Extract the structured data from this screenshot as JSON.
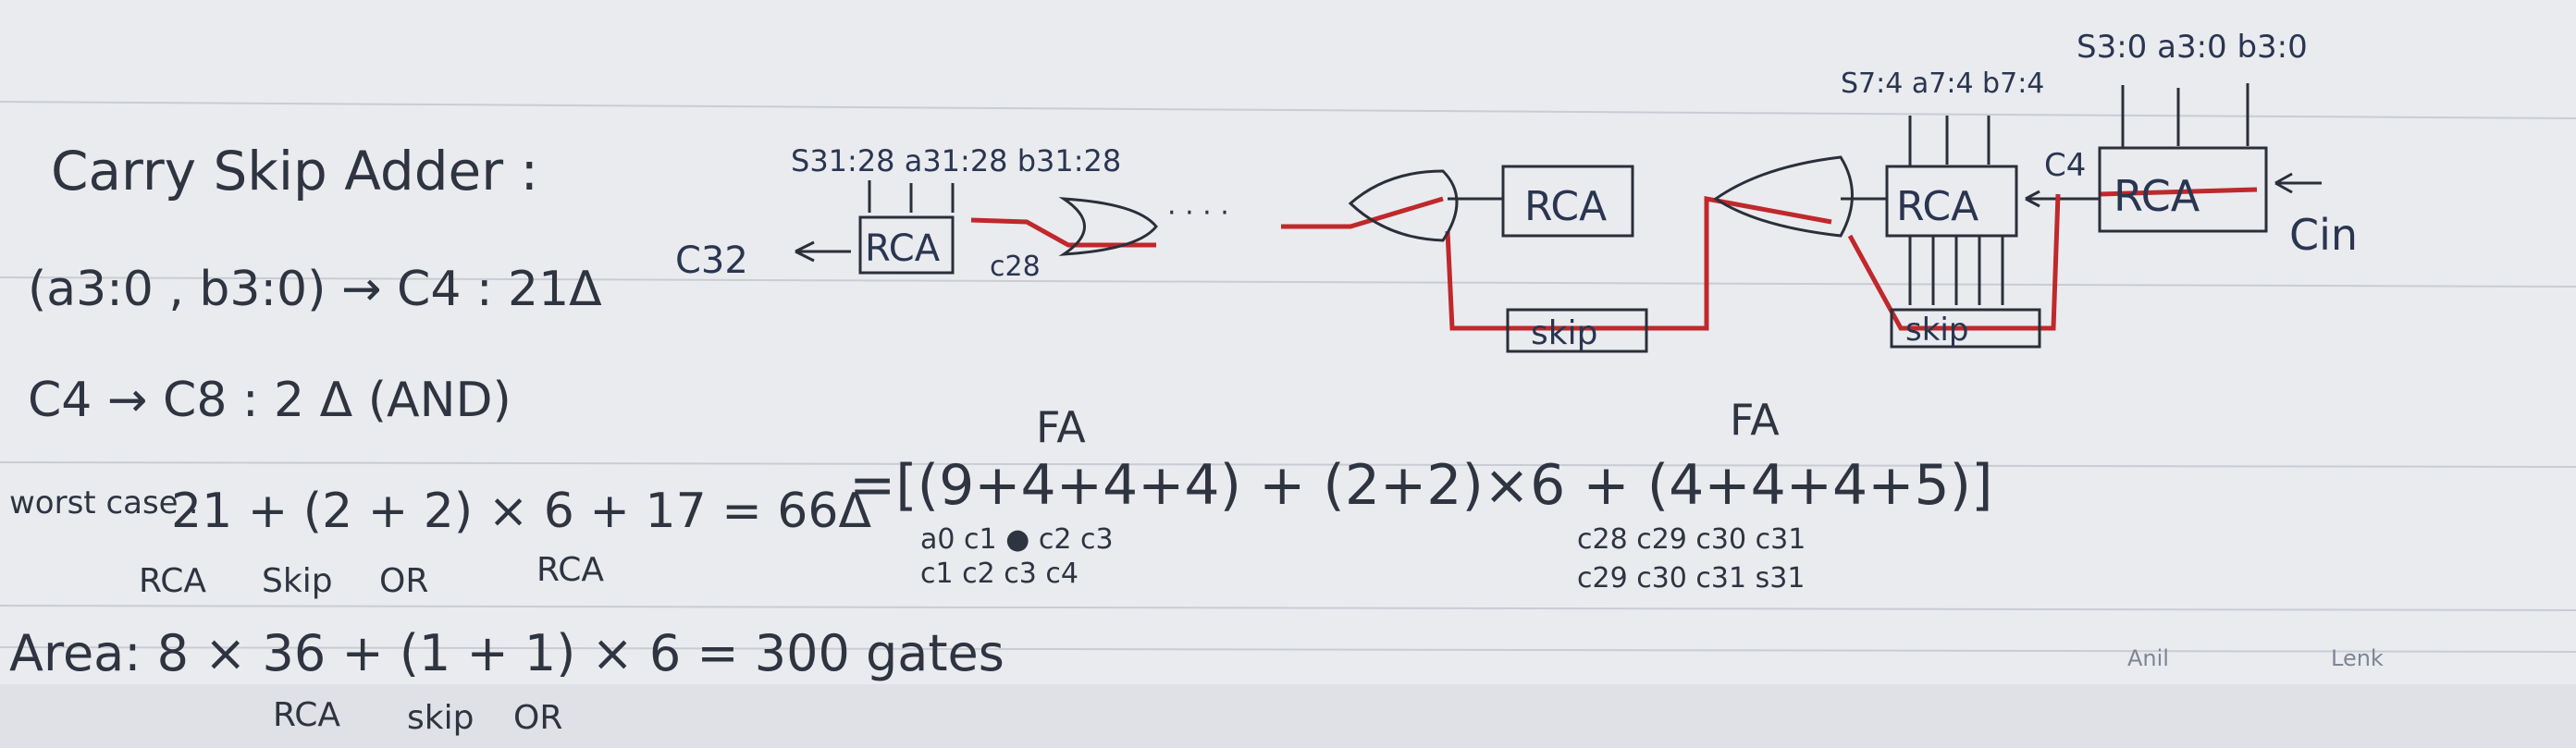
{
  "notes": {
    "title": "Carry Skip Adder :",
    "line1": "(a3:0 , b3:0) → C4 : 21Δ",
    "line2": "C4 → C8  :  2 Δ (AND)",
    "worst_label": "worst case :",
    "worst_expr": "21 + (2 + 2) × 6 + 17   = 66Δ",
    "worst_sub_rca": "RCA",
    "worst_sub_skip": "Skip",
    "worst_sub_or": "OR",
    "worst_sub_rca2": "RCA",
    "fa_expr": "=[(9+4+4+4) + (2+2)×6 + (4+4+4+5)]",
    "fa_label_1": "FA",
    "fa_label_2": "FA",
    "fa_sub_top_1": "a0   c1 ●  c2   c3",
    "fa_sub_bot_1": "c1   c2   c3   c4",
    "fa_sub_top_2": "c28  c29  c30  c31",
    "fa_sub_bot_2": "c29  c30  c31  s31",
    "area_expr": "Area: 8 × 36 + (1 + 1) × 6 = 300 gates",
    "area_sub_rca": "RCA",
    "area_sub_skip": "skip",
    "area_sub_or": "OR"
  },
  "diagram": {
    "block_last_label": "RCA",
    "block_mid_label": "RCA",
    "block_b1_label": "RCA",
    "block_b0_label": "RCA",
    "skip_mid_label": "skip",
    "skip_b1_label": "skip",
    "c32_label": "C32",
    "c28_label": "c28",
    "c4_label": "C4",
    "cin_label": "Cin",
    "top_last_label": "S31:28 a31:28 b31:28",
    "top_b1_label": "S7:4 a7:4 b7:4",
    "top_b0_label": "S3:0 a3:0 b3:0",
    "ellipsis": "· · · ·"
  },
  "faint": {
    "text1": "Anil",
    "text2": "Lenk"
  }
}
